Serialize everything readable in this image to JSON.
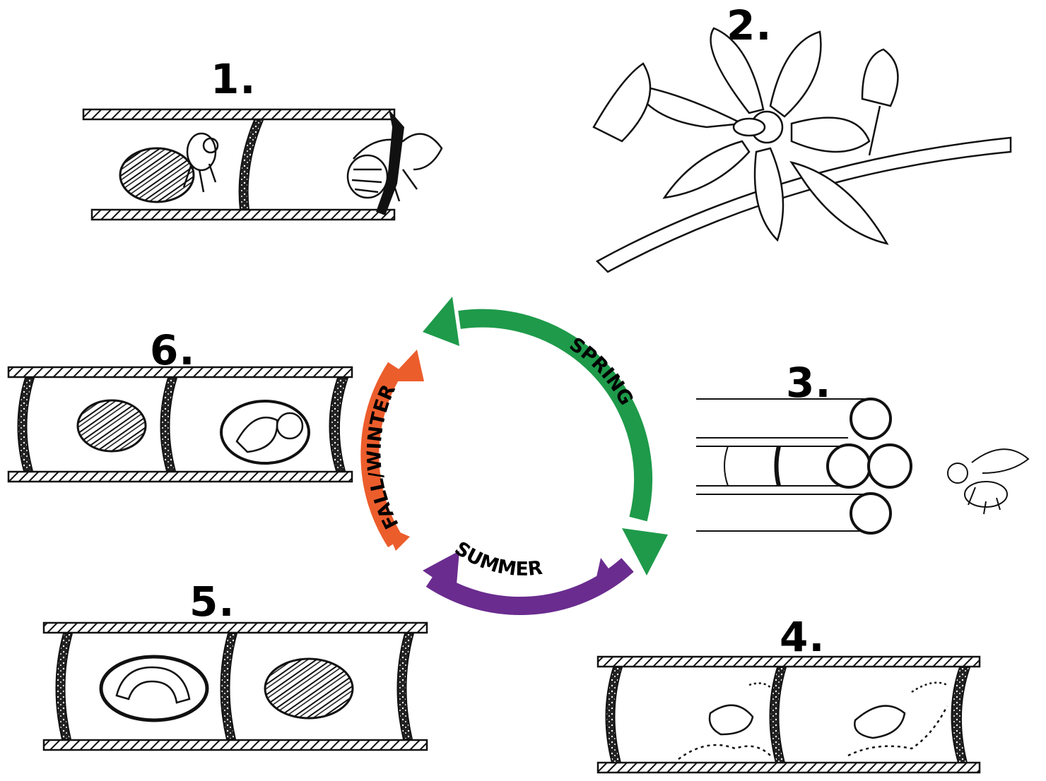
{
  "stages": [
    {
      "number": "1."
    },
    {
      "number": "2."
    },
    {
      "number": "3."
    },
    {
      "number": "4."
    },
    {
      "number": "5."
    },
    {
      "number": "6."
    }
  ],
  "seasons": {
    "spring": "SPRING",
    "summer": "SUMMER",
    "fall_winter": "FALL/WINTER"
  },
  "colors": {
    "spring": "#1e9a4a",
    "summer": "#6a2c8f",
    "fall_winter": "#ec5d2c",
    "ink": "#111111"
  }
}
